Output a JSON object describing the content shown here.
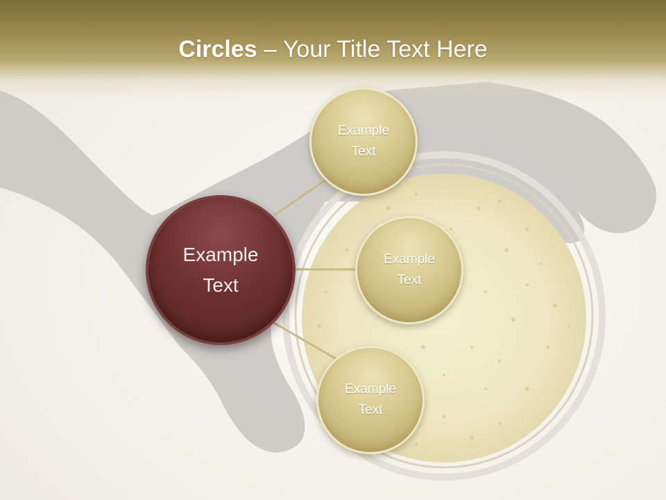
{
  "slide": {
    "title_bold": "Circles",
    "title_rest": " – Your Title Text Here"
  },
  "center_circle": {
    "line1": "Example",
    "line2": "Text",
    "color": "#6b2f2f"
  },
  "satellite_circles": [
    {
      "line1": "Example",
      "line2": "Text"
    },
    {
      "line1": "Example",
      "line2": "Text"
    },
    {
      "line1": "Example",
      "line2": "Text"
    }
  ],
  "colors": {
    "header": "#8a7a42",
    "satellite": "#d2c48a",
    "connector": "#c8ba84"
  }
}
